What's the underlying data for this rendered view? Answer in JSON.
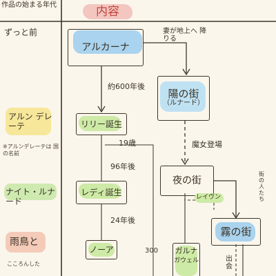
{
  "header": {
    "era_label": "作品の始まる年代",
    "content_label": "内容"
  },
  "eras": [
    {
      "label": "ずっと前",
      "highlight": null
    },
    {
      "label": "アルン デレーテ",
      "highlight": "#f6e79a"
    },
    {
      "label": "ナイト・ルナード",
      "highlight": "#cfeab0"
    },
    {
      "label": "雨鳥と",
      "highlight": "#f4cbb8"
    }
  ],
  "era_notes": {
    "arun_note": "※アルンデレーテは 国の名前",
    "karasu_note": "こころんした"
  },
  "nodes": {
    "arcana": "アルカーナ",
    "yoh": "陽の街",
    "yoh_sub": "（ルナード）",
    "lily": "リリー誕生",
    "yoru": "夜の街",
    "lady": "レディ誕生",
    "kiri": "霧の街",
    "noa": "ノーア",
    "gareth": "ガルナ"
  },
  "labels": {
    "descend": "妻が地上へ 降りる",
    "approx600": "約600年後",
    "majo": "魔女登場",
    "age19": "19歳",
    "after96": "96年後",
    "after24": "24年後",
    "reygan": "レイヴン",
    "people": "街の人たち",
    "n300": "300",
    "small": "ガウェル",
    "appear": "出会"
  },
  "colors": {
    "arcana_fill": "#a9d3ee",
    "yoh_fill": "#bfe2f3",
    "green_fill": "#cdeaa6",
    "kiri_fill": "#a9d3ee",
    "reygan_fill": "#cdeaa6"
  }
}
